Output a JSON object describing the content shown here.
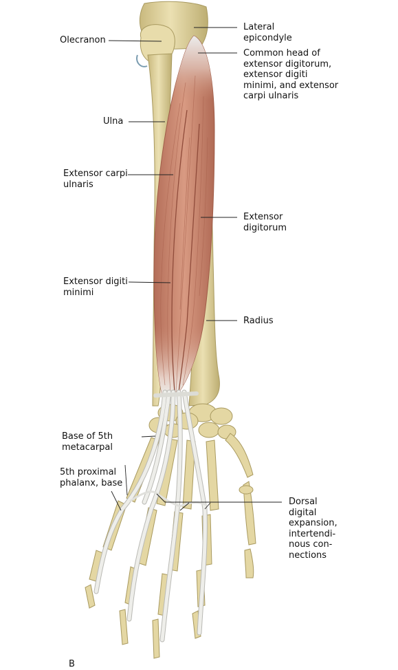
{
  "figure_marker": "B",
  "labels": {
    "olecranon": "Olecranon",
    "ulna": "Ulna",
    "extensor_carpi_ulnaris": "Extensor carpi\nulnaris",
    "extensor_digiti_minimi": "Extensor digiti\nminimi",
    "base_5th_metacarpal": "Base of 5th\nmetacarpal",
    "fifth_proximal_phalanx_base": "5th proximal\nphalanx, base",
    "lateral_epicondyle": "Lateral\nepicondyle",
    "common_head": "Common head of\nextensor digitorum,\nextensor digiti\nminimi, and extensor\ncarpi ulnaris",
    "extensor_digitorum": "Extensor\ndigitorum",
    "radius": "Radius",
    "dorsal_digital_expansion": "Dorsal\ndigital\nexpansion,\nintertendi-\nnous con-\nnections"
  },
  "colors": {
    "bone": "#e2d6a4",
    "bone_shade": "#b8a86c",
    "muscle": "#c98a72",
    "muscle_dark": "#a9624e",
    "tendon": "#eeeeea",
    "tendon_edge": "#b9b9b4"
  }
}
